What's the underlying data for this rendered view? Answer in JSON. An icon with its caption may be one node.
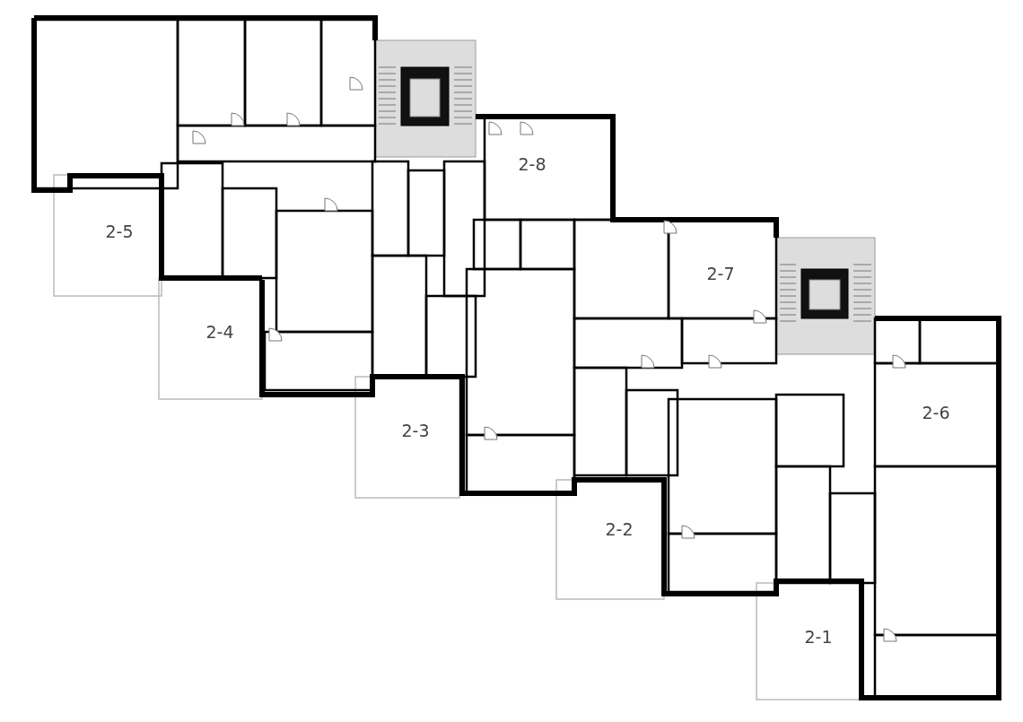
{
  "diagram": {
    "labels": [
      "2-8",
      "2-5",
      "2-7",
      "2-4",
      "2-6",
      "2-3",
      "2-2",
      "2-1"
    ]
  }
}
